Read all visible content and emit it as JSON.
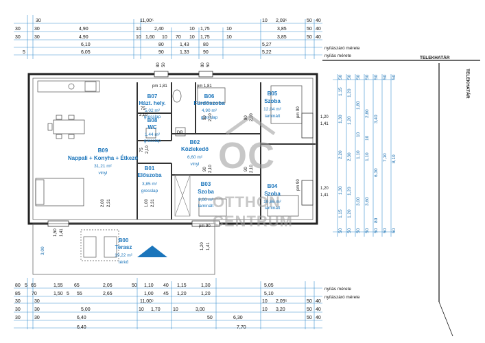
{
  "top_dims": [
    {
      "label": "opening-dims-row1",
      "texts": [
        "30",
        "11,00⁵",
        "10",
        "2,09⁵",
        "50",
        "40"
      ]
    },
    {
      "label": "opening-dims-row2",
      "texts": [
        "30",
        "30",
        "4,90",
        "10",
        "2,40",
        "10",
        "1,75",
        "10",
        "3,85",
        "50",
        "40"
      ]
    },
    {
      "label": "opening-dims-row3",
      "texts": [
        "30",
        "30",
        "4,90",
        "10",
        "1,60",
        "10",
        "70",
        "10",
        "1,75",
        "10",
        "3,85",
        "50",
        "40"
      ]
    },
    {
      "label": "opening-dims-row4",
      "texts": [
        "6,10",
        "80",
        "1,43",
        "80",
        "5,27"
      ]
    },
    {
      "label": "opening-dims-row5",
      "texts": [
        "5",
        "6,05",
        "90",
        "1,33",
        "90",
        "5,22"
      ]
    }
  ],
  "bottom_dims": [
    {
      "label": "bottom-dims-row1",
      "texts": [
        "80",
        "5",
        "65",
        "1,55",
        "65",
        "2,05",
        "50",
        "1,10",
        "40",
        "1,15",
        "1,30",
        "5,05"
      ]
    },
    {
      "label": "bottom-dims-row2",
      "texts": [
        "85",
        "70",
        "1,50",
        "5",
        "55",
        "2,65",
        "1,00",
        "45",
        "1,20",
        "1,20",
        "5,10"
      ]
    },
    {
      "label": "bottom-dims-row3",
      "texts": [
        "30",
        "30",
        "11,00⁵",
        "10",
        "2,09⁵",
        "50",
        "40"
      ]
    },
    {
      "label": "bottom-dims-row4",
      "texts": [
        "30",
        "30",
        "5,00",
        "10",
        "1,70",
        "10",
        "3,00",
        "10",
        "3,20",
        "50",
        "40"
      ]
    },
    {
      "label": "bottom-dims-row5",
      "texts": [
        "30",
        "30",
        "6,40",
        "50",
        "6,30",
        "50",
        "40"
      ]
    },
    {
      "label": "bottom-dims-row6",
      "texts": [
        "6,40",
        "7,70"
      ]
    }
  ],
  "dim_labels": {
    "nyilaszaro": "nyílászáró mérete",
    "nyilas": "nyílás mérete",
    "nyilas_b": "nyílás mérete",
    "nyilaszaro_b": "nyílászáró mérete"
  },
  "boundary": {
    "top": "TELEKHATÁR",
    "side": "TELEKHATÁR"
  },
  "rooms": [
    {
      "id": "B09",
      "name": "Nappali + Konyha + Étkező",
      "area": "31,21 m²",
      "floor": "vinyl"
    },
    {
      "id": "B07",
      "name": "Házt. hely.",
      "area": "5,02 m²",
      "floor": "gresslap"
    },
    {
      "id": "B06",
      "name": "Fürdőszoba",
      "area": "4,90 m²",
      "floor": "gresslap"
    },
    {
      "id": "B05",
      "name": "Szoba",
      "area": "12,04 m²",
      "floor": "laminált"
    },
    {
      "id": "B08",
      "name": "WC",
      "area": "1,44 m²",
      "floor": "gresslap"
    },
    {
      "id": "B02",
      "name": "Közlekedő",
      "area": "6,60 m²",
      "floor": "vinyl"
    },
    {
      "id": "B01",
      "name": "Előszoba",
      "area": "3,85 m²",
      "floor": "gresslap"
    },
    {
      "id": "B03",
      "name": "Szoba",
      "area": "9,00 m²",
      "floor": "laminált"
    },
    {
      "id": "B04",
      "name": "Szoba",
      "area": "10,86 m²",
      "floor": "laminált"
    },
    {
      "id": "B00",
      "name": "Terasz",
      "area": "19,22 m²",
      "floor": "térkő"
    }
  ],
  "marks": {
    "pm181a": "pm 1,81",
    "pm181b": "pm 1,81",
    "pm90a": "pm 90",
    "pm90b": "pm 90",
    "pm90c": "pm 90",
    "d75a": "75",
    "d210a": "2,10",
    "d75b": "75",
    "d210b": "2,10",
    "d90a": "90",
    "d210c": "2,10",
    "d90b": "90",
    "d210d": "2,10",
    "d90c": "90",
    "d210e": "2,10",
    "d90d": "90",
    "d210f": "2,10",
    "d100": "1,00",
    "d231a": "2,31",
    "d200": "2,00",
    "d231b": "2,31",
    "d80a": "80",
    "d50a": "50",
    "d80b": "80",
    "d50b": "50",
    "w120a": "1,20",
    "w141a": "1,41",
    "w120b": "1,20",
    "w141b": "1,41",
    "w150": "1,50",
    "w141c": "1,41",
    "w120c": "1,20",
    "w141d": "1,41",
    "t300": "3,00",
    "dr": "DR"
  },
  "side_dims": {
    "col1": [
      "50",
      "1,15",
      "1,30",
      "2,20",
      "1,30",
      "1,15",
      "50"
    ],
    "col2": [
      "50",
      "1,20",
      "1,20",
      "2,30",
      "1,20",
      "1,20",
      "50"
    ],
    "col3": [
      "50",
      "1,80",
      "10",
      "1,10",
      "3,00",
      "50"
    ],
    "col4": [
      "50",
      "2,80",
      "10",
      "1,10",
      "3,60",
      "50"
    ],
    "col5": [
      "50",
      "3,40",
      "6,30",
      "80",
      "50"
    ],
    "col6": [
      "50",
      "7,10",
      "50"
    ],
    "col7": [
      "50",
      "8,10",
      "50"
    ]
  },
  "watermark": {
    "letters": "OC",
    "line1": "OTTHON",
    "line2": "CENTRUM"
  },
  "colors": {
    "accent": "#1b75bb",
    "dimline": "#3a8fd0",
    "wall": "#222222"
  }
}
